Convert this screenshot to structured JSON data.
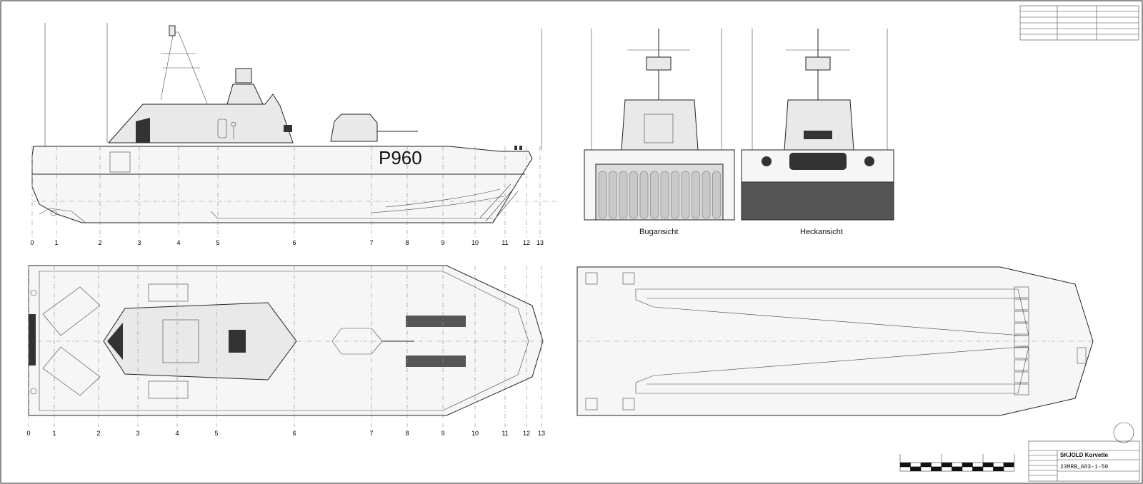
{
  "drawing": {
    "hull_number": "P960",
    "frame_numbers": [
      "0",
      "1",
      "2",
      "3",
      "4",
      "5",
      "6",
      "7",
      "8",
      "9",
      "10",
      "11",
      "12",
      "13"
    ],
    "bow_view_caption": "Bugansicht",
    "stern_view_caption": "Heckansicht",
    "title_block": {
      "title": "SKJOLD Korvette",
      "drawing_number": "23MRB_603-1-50"
    }
  }
}
